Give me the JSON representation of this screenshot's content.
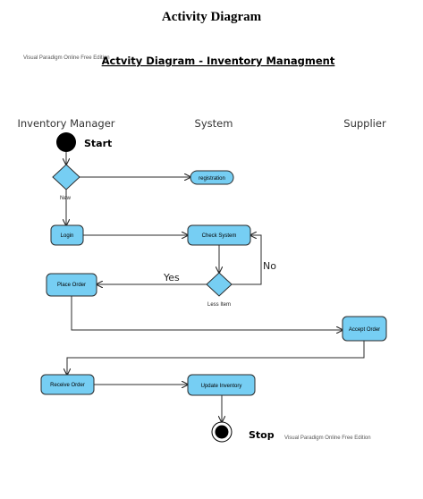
{
  "page_title": "Activity Diagram",
  "watermark_top": "Visual Paradigm Online Free Edition",
  "watermark_bottom": "Visual Paradigm Online Free Edition",
  "diagram_title": "Actvity Diagram - Inventory Managment",
  "lanes": {
    "inventory_manager": "Inventory Manager",
    "system": "System",
    "supplier": "Supplier"
  },
  "start_label": "Start",
  "stop_label": "Stop",
  "nodes": {
    "registration": "registration",
    "login": "Login",
    "check_system": "Check System",
    "place_order": "Place Order",
    "accept_order": "Accept Order",
    "receive_order": "Receive Order",
    "update_inventory": "Update Inventory"
  },
  "decisions": {
    "new": "New",
    "less_item": "Less Item"
  },
  "guards": {
    "yes": "Yes",
    "no": "No"
  },
  "colors": {
    "node_fill": "#76CEF3",
    "stroke": "#2b2b2b"
  }
}
